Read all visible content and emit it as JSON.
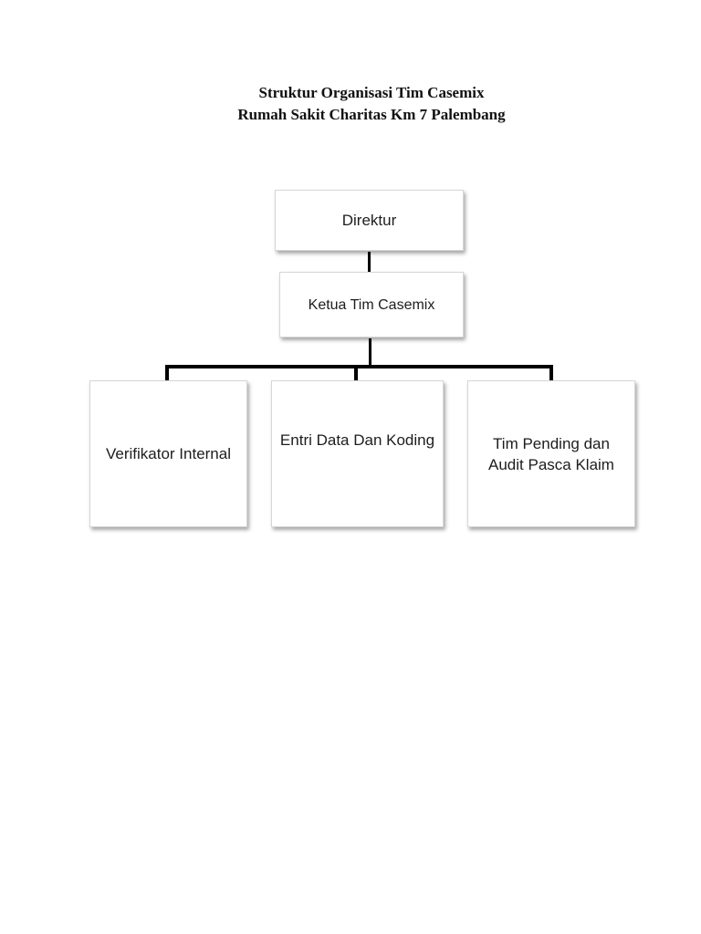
{
  "document": {
    "title_line1": "Struktur Organisasi Tim Casemix",
    "title_line2": "Rumah Sakit Charitas Km 7 Palembang"
  },
  "org_chart": {
    "type": "org-chart",
    "nodes": {
      "direktur": {
        "label": "Direktur"
      },
      "ketua": {
        "label": "Ketua Tim Casemix"
      },
      "verifikator": {
        "label": "Verifikator Internal"
      },
      "entri_data": {
        "label": "Entri Data Dan Koding"
      },
      "tim_pending": {
        "label": "Tim Pending dan Audit Pasca Klaim"
      }
    },
    "relations": [
      {
        "parent": "direktur",
        "child": "ketua"
      },
      {
        "parent": "ketua",
        "child": "verifikator"
      },
      {
        "parent": "ketua",
        "child": "entri_data"
      },
      {
        "parent": "ketua",
        "child": "tim_pending"
      }
    ]
  },
  "colors": {
    "page_background": "#ffffff",
    "box_background": "#ffffff",
    "box_border": "#d6d6d6",
    "box_shadow": "rgba(0,0,0,0.35)",
    "connector": "#000000",
    "title_text": "#111111",
    "node_text": "#1d1d1f"
  }
}
